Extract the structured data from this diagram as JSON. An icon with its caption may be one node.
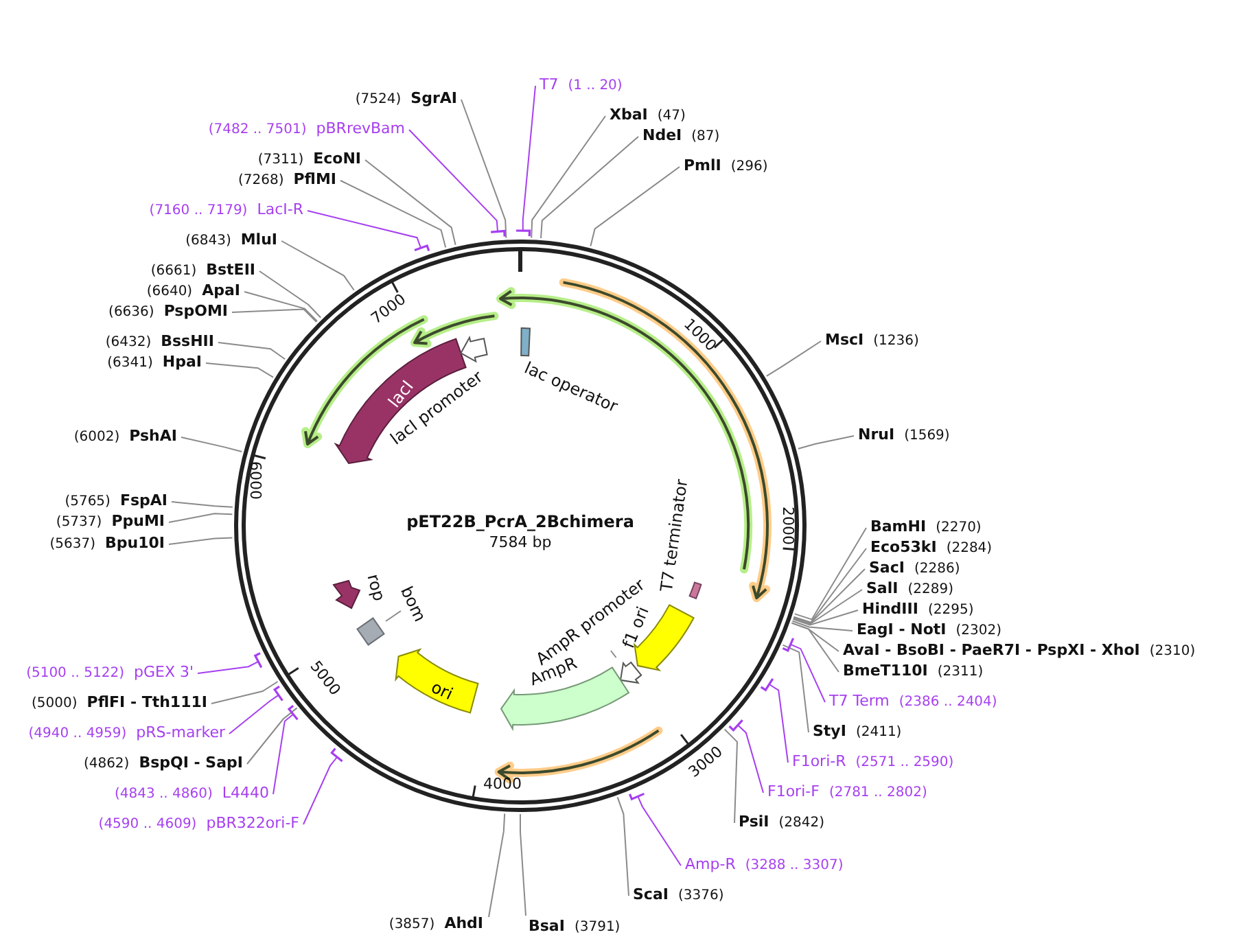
{
  "diagram": {
    "title": "pET22B_PcrA_2Bchimera",
    "nodes": [
      {
        "text": [
          "(7524)",
          "SgrAI"
        ]
      },
      {
        "text": [
          "(7482 .. 7501)",
          "pBRrevBam"
        ]
      },
      {
        "text": [
          "(7311)",
          "EcoNI"
        ]
      },
      {
        "text": [
          "(7268)",
          "PflMI"
        ]
      },
      {
        "text": [
          "(7160 .. 7179)",
          "LacI-R"
        ]
      },
      {
        "text": [
          "(6843)",
          "MluI"
        ]
      },
      {
        "text": [
          "(6661)",
          "BstEII"
        ]
      },
      {
        "text": [
          "(6640)",
          "ApaI"
        ]
      },
      {
        "text": [
          "(6636)",
          "PspOMI"
        ]
      },
      {
        "text": [
          "(6432)",
          "BssHII"
        ]
      },
      {
        "text": [
          "(6341)",
          "HpaI"
        ]
      },
      {
        "text": [
          "(6002)",
          "PshAI"
        ]
      },
      {
        "text": [
          "(5765)",
          "FspAI"
        ]
      },
      {
        "text": [
          "(5737)",
          "PpuMI"
        ]
      },
      {
        "text": [
          "(5637)",
          "Bpu10I"
        ]
      },
      {
        "text": [
          "(5100 .. 5122)",
          "pGEX 3'"
        ]
      },
      {
        "text": [
          "(5000)",
          "PflFI - Tth111I"
        ]
      },
      {
        "text": [
          "(4940 .. 4959)",
          "pRS-marker"
        ]
      },
      {
        "text": [
          "(4862)",
          "BspQI - SapI"
        ]
      },
      {
        "text": [
          "(4843 .. 4860)",
          "L4440"
        ]
      },
      {
        "text": [
          "(4590 .. 4609)",
          "pBR322ori-F"
        ]
      },
      {
        "text": [
          "(3857)",
          "AhdI"
        ]
      },
      {
        "text": [
          "BsaI",
          "(3791)"
        ]
      },
      {
        "text": [
          "T7",
          "(1 .. 20)"
        ]
      },
      {
        "text": [
          "XbaI",
          "(47)"
        ]
      },
      {
        "text": [
          "NdeI",
          "(87)"
        ]
      },
      {
        "text": [
          "PmlI",
          "(296)"
        ]
      },
      {
        "text": [
          "MscI",
          "(1236)"
        ]
      },
      {
        "text": [
          "NruI",
          "(1569)"
        ]
      },
      {
        "text": [
          "BamHI",
          "(2270)"
        ]
      },
      {
        "text": [
          "Eco53kI",
          "(2284)"
        ]
      },
      {
        "text": [
          "SacI",
          "(2286)"
        ]
      },
      {
        "text": [
          "SalI",
          "(2289)"
        ]
      },
      {
        "text": [
          "HindIII",
          "(2295)"
        ]
      },
      {
        "text": [
          "EagI - NotI",
          "(2302)"
        ]
      },
      {
        "text": [
          "AvaI - BsoBI - PaeR7I - PspXI - XhoI",
          "(2310)"
        ]
      },
      {
        "text": [
          "BmeT110I",
          "(2311)"
        ]
      },
      {
        "text": [
          "T7 Term",
          "(2386 .. 2404)"
        ]
      },
      {
        "text": [
          "StyI",
          "(2411)"
        ]
      },
      {
        "text": [
          "F1ori-R",
          "(2571 .. 2590)"
        ]
      },
      {
        "text": [
          "F1ori-F",
          "(2781 .. 2802)"
        ]
      },
      {
        "text": [
          "PsiI",
          "(2842)"
        ]
      },
      {
        "text": [
          "Amp-R",
          "(3288 .. 3307)"
        ]
      },
      {
        "text": [
          "ScaI",
          "(3376)"
        ]
      },
      {
        "text": [
          "lacI"
        ]
      },
      {
        "text": [],
        "shape": "arrow",
        "beside": [
          "lacI promoter"
        ]
      },
      {
        "text": [],
        "shape": "box",
        "beside": [
          "lac operator"
        ]
      },
      {
        "text": [],
        "shape": "bar",
        "beside": [
          "T7 terminator"
        ]
      },
      {
        "text": [],
        "shape": "arrow",
        "beside": [
          "f1 ori"
        ]
      },
      {
        "text": [],
        "shape": "arrow"
      },
      {
        "text": [],
        "shape": "arrow",
        "beside": [
          "AmpR"
        ]
      },
      {
        "text": [
          "ori"
        ]
      },
      {
        "text": [],
        "shape": "arrow",
        "beside": [
          "rop"
        ]
      },
      {
        "text": [],
        "shape": "box"
      },
      {
        "text": [
          "AmpR promoter"
        ]
      },
      {
        "text": [
          "bom"
        ]
      }
    ],
    "edges": [
      {
        "from": 0,
        "to": null,
        "arrow": "none"
      },
      {
        "from": 1,
        "to": null,
        "arrow": "none",
        "color": "#a63ff0"
      },
      {
        "from": 2,
        "to": null,
        "arrow": "none"
      },
      {
        "from": 3,
        "to": null,
        "arrow": "none"
      },
      {
        "from": 4,
        "to": null,
        "arrow": "none",
        "color": "#a63ff0"
      },
      {
        "from": 5,
        "to": null,
        "arrow": "none"
      },
      {
        "from": 6,
        "to": null,
        "arrow": "none"
      },
      {
        "from": 7,
        "to": null,
        "arrow": "none"
      },
      {
        "from": 8,
        "to": null,
        "arrow": "none"
      },
      {
        "from": 9,
        "to": null,
        "arrow": "none"
      },
      {
        "from": 10,
        "to": null,
        "arrow": "none"
      },
      {
        "from": 11,
        "to": null,
        "arrow": "none"
      },
      {
        "from": 12,
        "to": null,
        "arrow": "none"
      },
      {
        "from": 13,
        "to": null,
        "arrow": "none"
      },
      {
        "from": 14,
        "to": null,
        "arrow": "none"
      },
      {
        "from": 15,
        "to": null,
        "arrow": "none",
        "color": "#a63ff0"
      },
      {
        "from": 16,
        "to": null,
        "arrow": "none"
      },
      {
        "from": 17,
        "to": null,
        "arrow": "none",
        "color": "#a63ff0"
      },
      {
        "from": 18,
        "to": null,
        "arrow": "none"
      },
      {
        "from": 19,
        "to": null,
        "arrow": "none",
        "color": "#a63ff0"
      },
      {
        "from": 20,
        "to": null,
        "arrow": "none",
        "color": "#a63ff0"
      },
      {
        "from": 21,
        "to": null,
        "arrow": "none"
      },
      {
        "from": 22,
        "to": null,
        "arrow": "none"
      },
      {
        "from": 23,
        "to": null,
        "arrow": "none",
        "color": "#a63ff0"
      },
      {
        "from": 24,
        "to": null,
        "arrow": "none"
      },
      {
        "from": 25,
        "to": null,
        "arrow": "none"
      },
      {
        "from": 26,
        "to": null,
        "arrow": "none"
      },
      {
        "from": 27,
        "to": null,
        "arrow": "none"
      },
      {
        "from": 28,
        "to": null,
        "arrow": "none"
      },
      {
        "from": 29,
        "to": null,
        "arrow": "none"
      },
      {
        "from": 30,
        "to": null,
        "arrow": "none"
      },
      {
        "from": 31,
        "to": null,
        "arrow": "none"
      },
      {
        "from": 32,
        "to": null,
        "arrow": "none"
      },
      {
        "from": 33,
        "to": null,
        "arrow": "none"
      },
      {
        "from": 34,
        "to": null,
        "arrow": "none"
      },
      {
        "from": 35,
        "to": null,
        "arrow": "none"
      },
      {
        "from": 36,
        "to": null,
        "arrow": "none"
      },
      {
        "from": 37,
        "to": null,
        "arrow": "none",
        "color": "#a63ff0"
      },
      {
        "from": 38,
        "to": null,
        "arrow": "none"
      },
      {
        "from": 39,
        "to": null,
        "arrow": "none",
        "color": "#a63ff0"
      },
      {
        "from": 40,
        "to": null,
        "arrow": "none",
        "color": "#a63ff0"
      },
      {
        "from": 41,
        "to": null,
        "arrow": "none"
      },
      {
        "from": 42,
        "to": null,
        "arrow": "none",
        "color": "#a63ff0"
      },
      {
        "from": 43,
        "to": null,
        "arrow": "none"
      },
      {
        "from": 54,
        "to": 49,
        "arrow": "none"
      },
      {
        "from": 55,
        "to": 53,
        "arrow": "none"
      }
    ],
    "labels": [
      "7000",
      "1000",
      "2000",
      "6000",
      "7584 bp",
      "5000",
      "3000",
      "4000"
    ]
  }
}
